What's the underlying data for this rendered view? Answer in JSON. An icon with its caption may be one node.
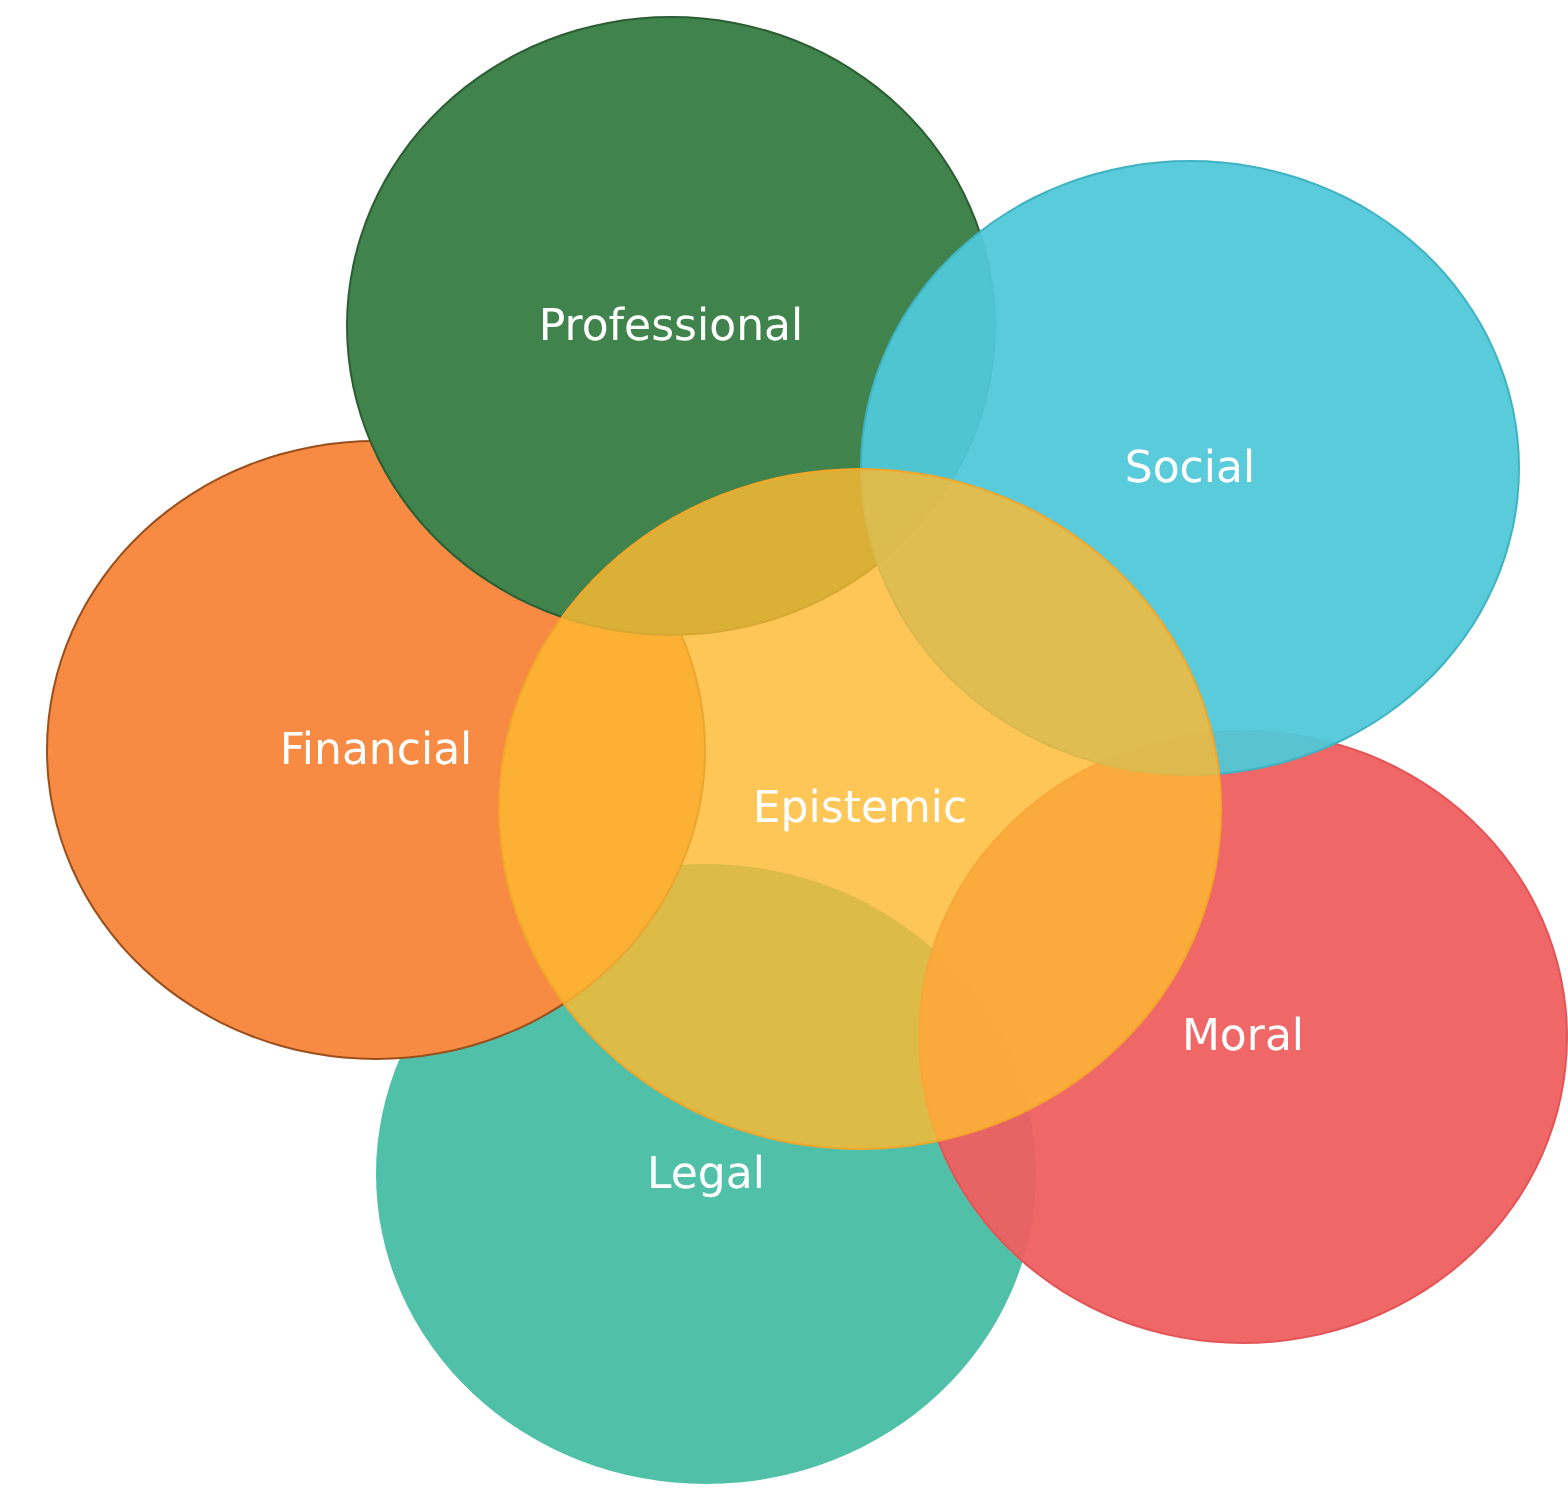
{
  "diagram": {
    "nodes": [
      {
        "text": [
          "Professional"
        ]
      },
      {
        "text": [
          "Social"
        ]
      },
      {
        "text": [
          "Financial"
        ]
      },
      {
        "text": [
          "Epistemic"
        ]
      },
      {
        "text": [
          "Moral"
        ]
      },
      {
        "text": [
          "Legal"
        ]
      }
    ]
  }
}
